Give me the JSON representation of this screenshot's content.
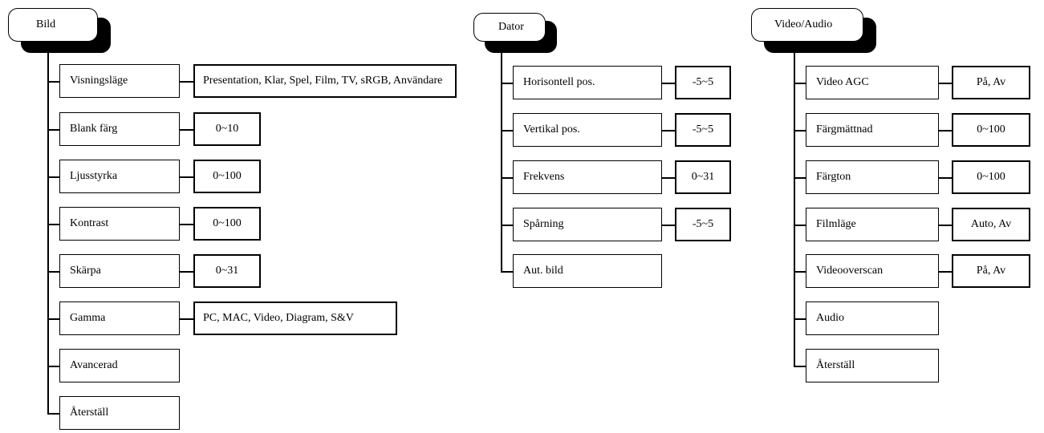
{
  "menus": {
    "bild": {
      "title": "Bild",
      "items": [
        {
          "label": "Visningsläge",
          "value": "Presentation, Klar, Spel, Film, TV, sRGB, Användare"
        },
        {
          "label": "Blank färg",
          "value": "0~10"
        },
        {
          "label": "Ljusstyrka",
          "value": "0~100"
        },
        {
          "label": "Kontrast",
          "value": "0~100"
        },
        {
          "label": "Skärpa",
          "value": "0~31"
        },
        {
          "label": "Gamma",
          "value": "PC, MAC, Video, Diagram, S&V"
        },
        {
          "label": "Avancerad"
        },
        {
          "label": "Återställ"
        }
      ]
    },
    "dator": {
      "title": "Dator",
      "items": [
        {
          "label": "Horisontell pos.",
          "value": "-5~5"
        },
        {
          "label": "Vertikal pos.",
          "value": "-5~5"
        },
        {
          "label": "Frekvens",
          "value": "0~31"
        },
        {
          "label": "Spårning",
          "value": "-5~5"
        },
        {
          "label": "Aut. bild"
        }
      ]
    },
    "video_audio": {
      "title": "Video/Audio",
      "items": [
        {
          "label": "Video AGC",
          "value": "På, Av"
        },
        {
          "label": "Färgmättnad",
          "value": "0~100"
        },
        {
          "label": "Färgton",
          "value": "0~100"
        },
        {
          "label": "Filmläge",
          "value": "Auto, Av"
        },
        {
          "label": "Videooverscan",
          "value": "På, Av"
        },
        {
          "label": "Audio"
        },
        {
          "label": "Återställ"
        }
      ]
    }
  }
}
